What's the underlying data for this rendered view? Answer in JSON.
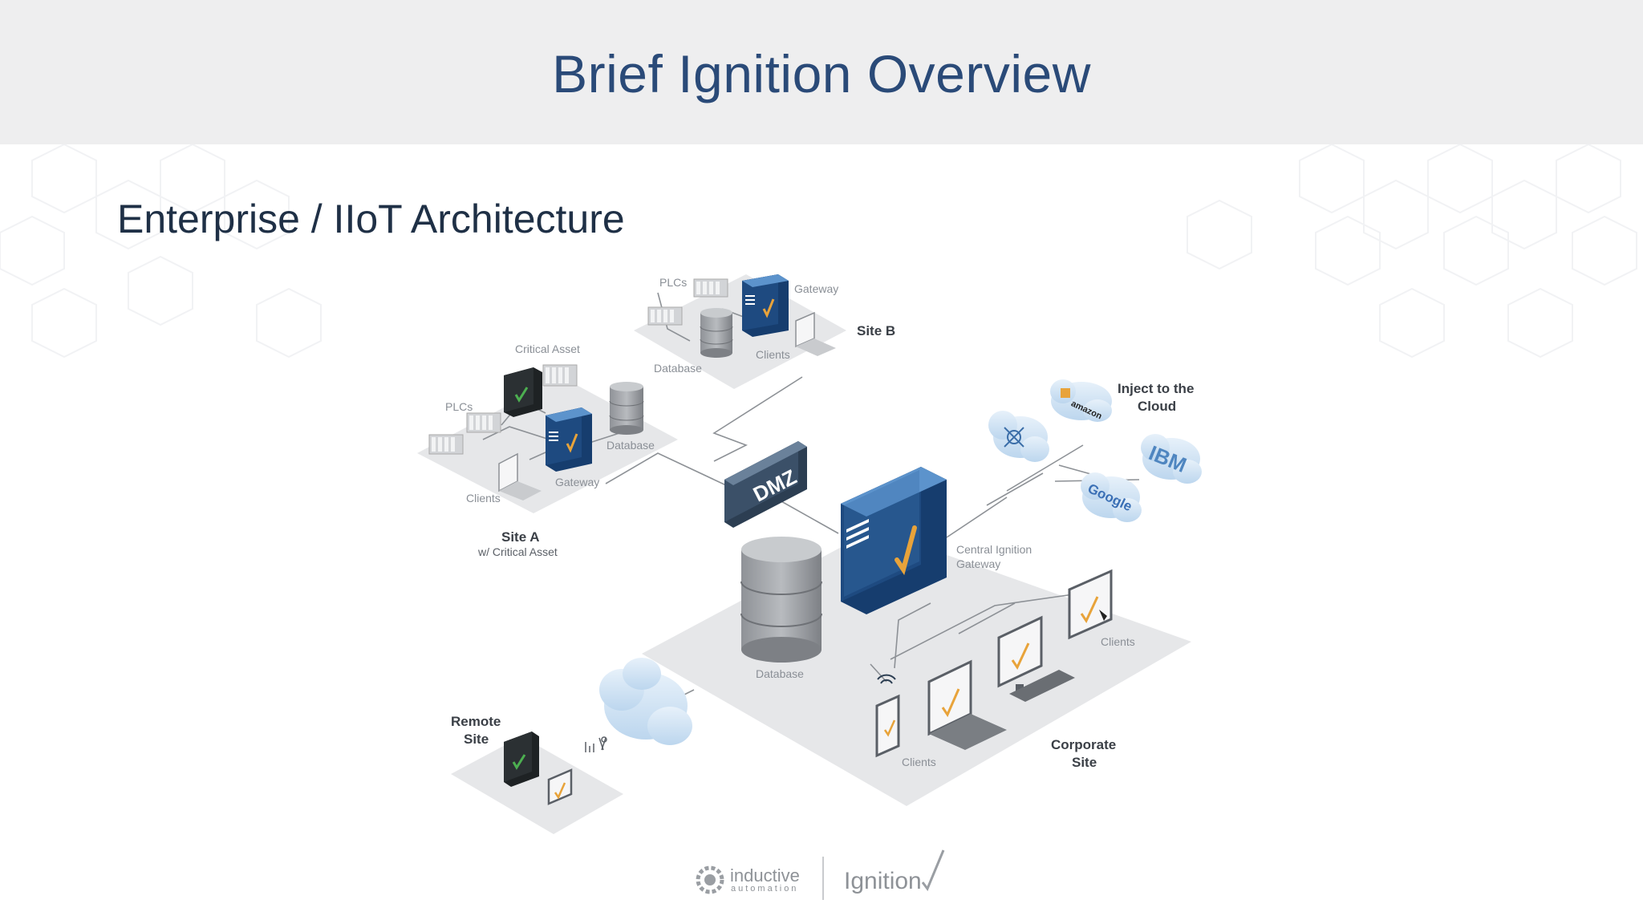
{
  "slide": {
    "title": "Brief Ignition Overview",
    "subtitle": "Enterprise / IIoT Architecture"
  },
  "diagram": {
    "site_b": {
      "label": "Site B",
      "plcs": "PLCs",
      "gateway": "Gateway",
      "database": "Database",
      "clients": "Clients"
    },
    "site_a": {
      "label": "Site A",
      "sublabel": "w/ Critical Asset",
      "critical_asset": "Critical Asset",
      "plcs": "PLCs",
      "database": "Database",
      "gateway": "Gateway",
      "clients": "Clients"
    },
    "dmz": "DMZ",
    "cloud": {
      "label_line1": "Inject to the",
      "label_line2": "Cloud",
      "ibm": "IBM",
      "google": "Google",
      "amazon": "amazon"
    },
    "corporate": {
      "label_line1": "Corporate",
      "label_line2": "Site",
      "central_line1": "Central Ignition",
      "central_line2": "Gateway",
      "database": "Database",
      "clients_right": "Clients",
      "clients_bottom": "Clients"
    },
    "remote": {
      "label_line1": "Remote",
      "label_line2": "Site"
    }
  },
  "footer": {
    "company_name": "inductive",
    "company_sub": "automation",
    "product_name": "Ignition"
  },
  "colors": {
    "title": "#2a4a78",
    "header_bg": "#eeeeef",
    "server_blue": "#1e4a80",
    "server_light": "#4f86c0",
    "accent_orange": "#e8a33a",
    "platform": "#e6e7e9"
  }
}
